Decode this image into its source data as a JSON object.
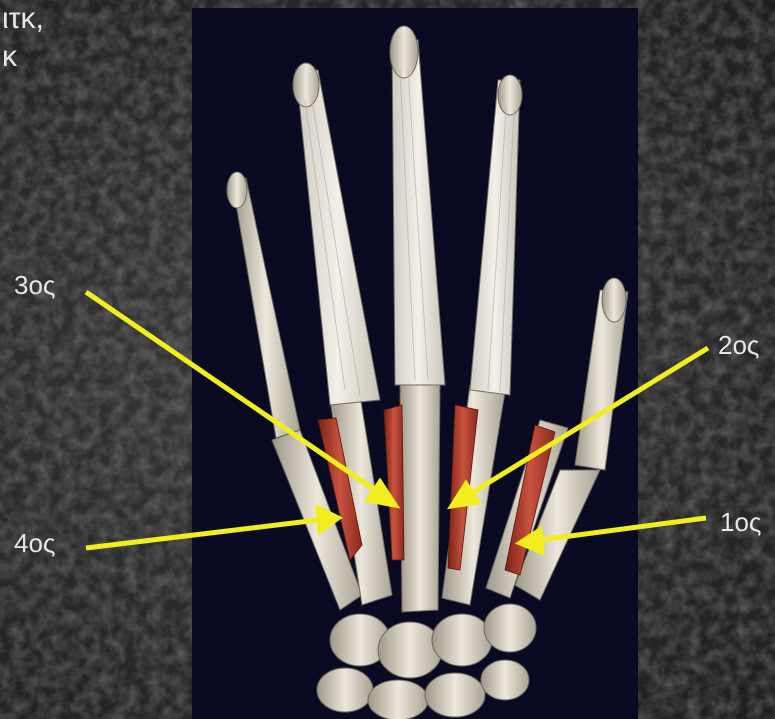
{
  "title_lines": [
    "ιτκ,",
    "κ"
  ],
  "labels": {
    "third": "3ος",
    "fourth": "4ος",
    "second": "2ος",
    "first": "1ος"
  },
  "colors": {
    "panel_background": "#0a0b23",
    "arrow": "#f2ee1e",
    "muscle": "#b5402f",
    "bone": "#e2ddd1",
    "label_text": "#e6e6e6"
  },
  "image": {
    "subject": "dorsal view of hand skeleton with interosseous muscles shown in red"
  }
}
